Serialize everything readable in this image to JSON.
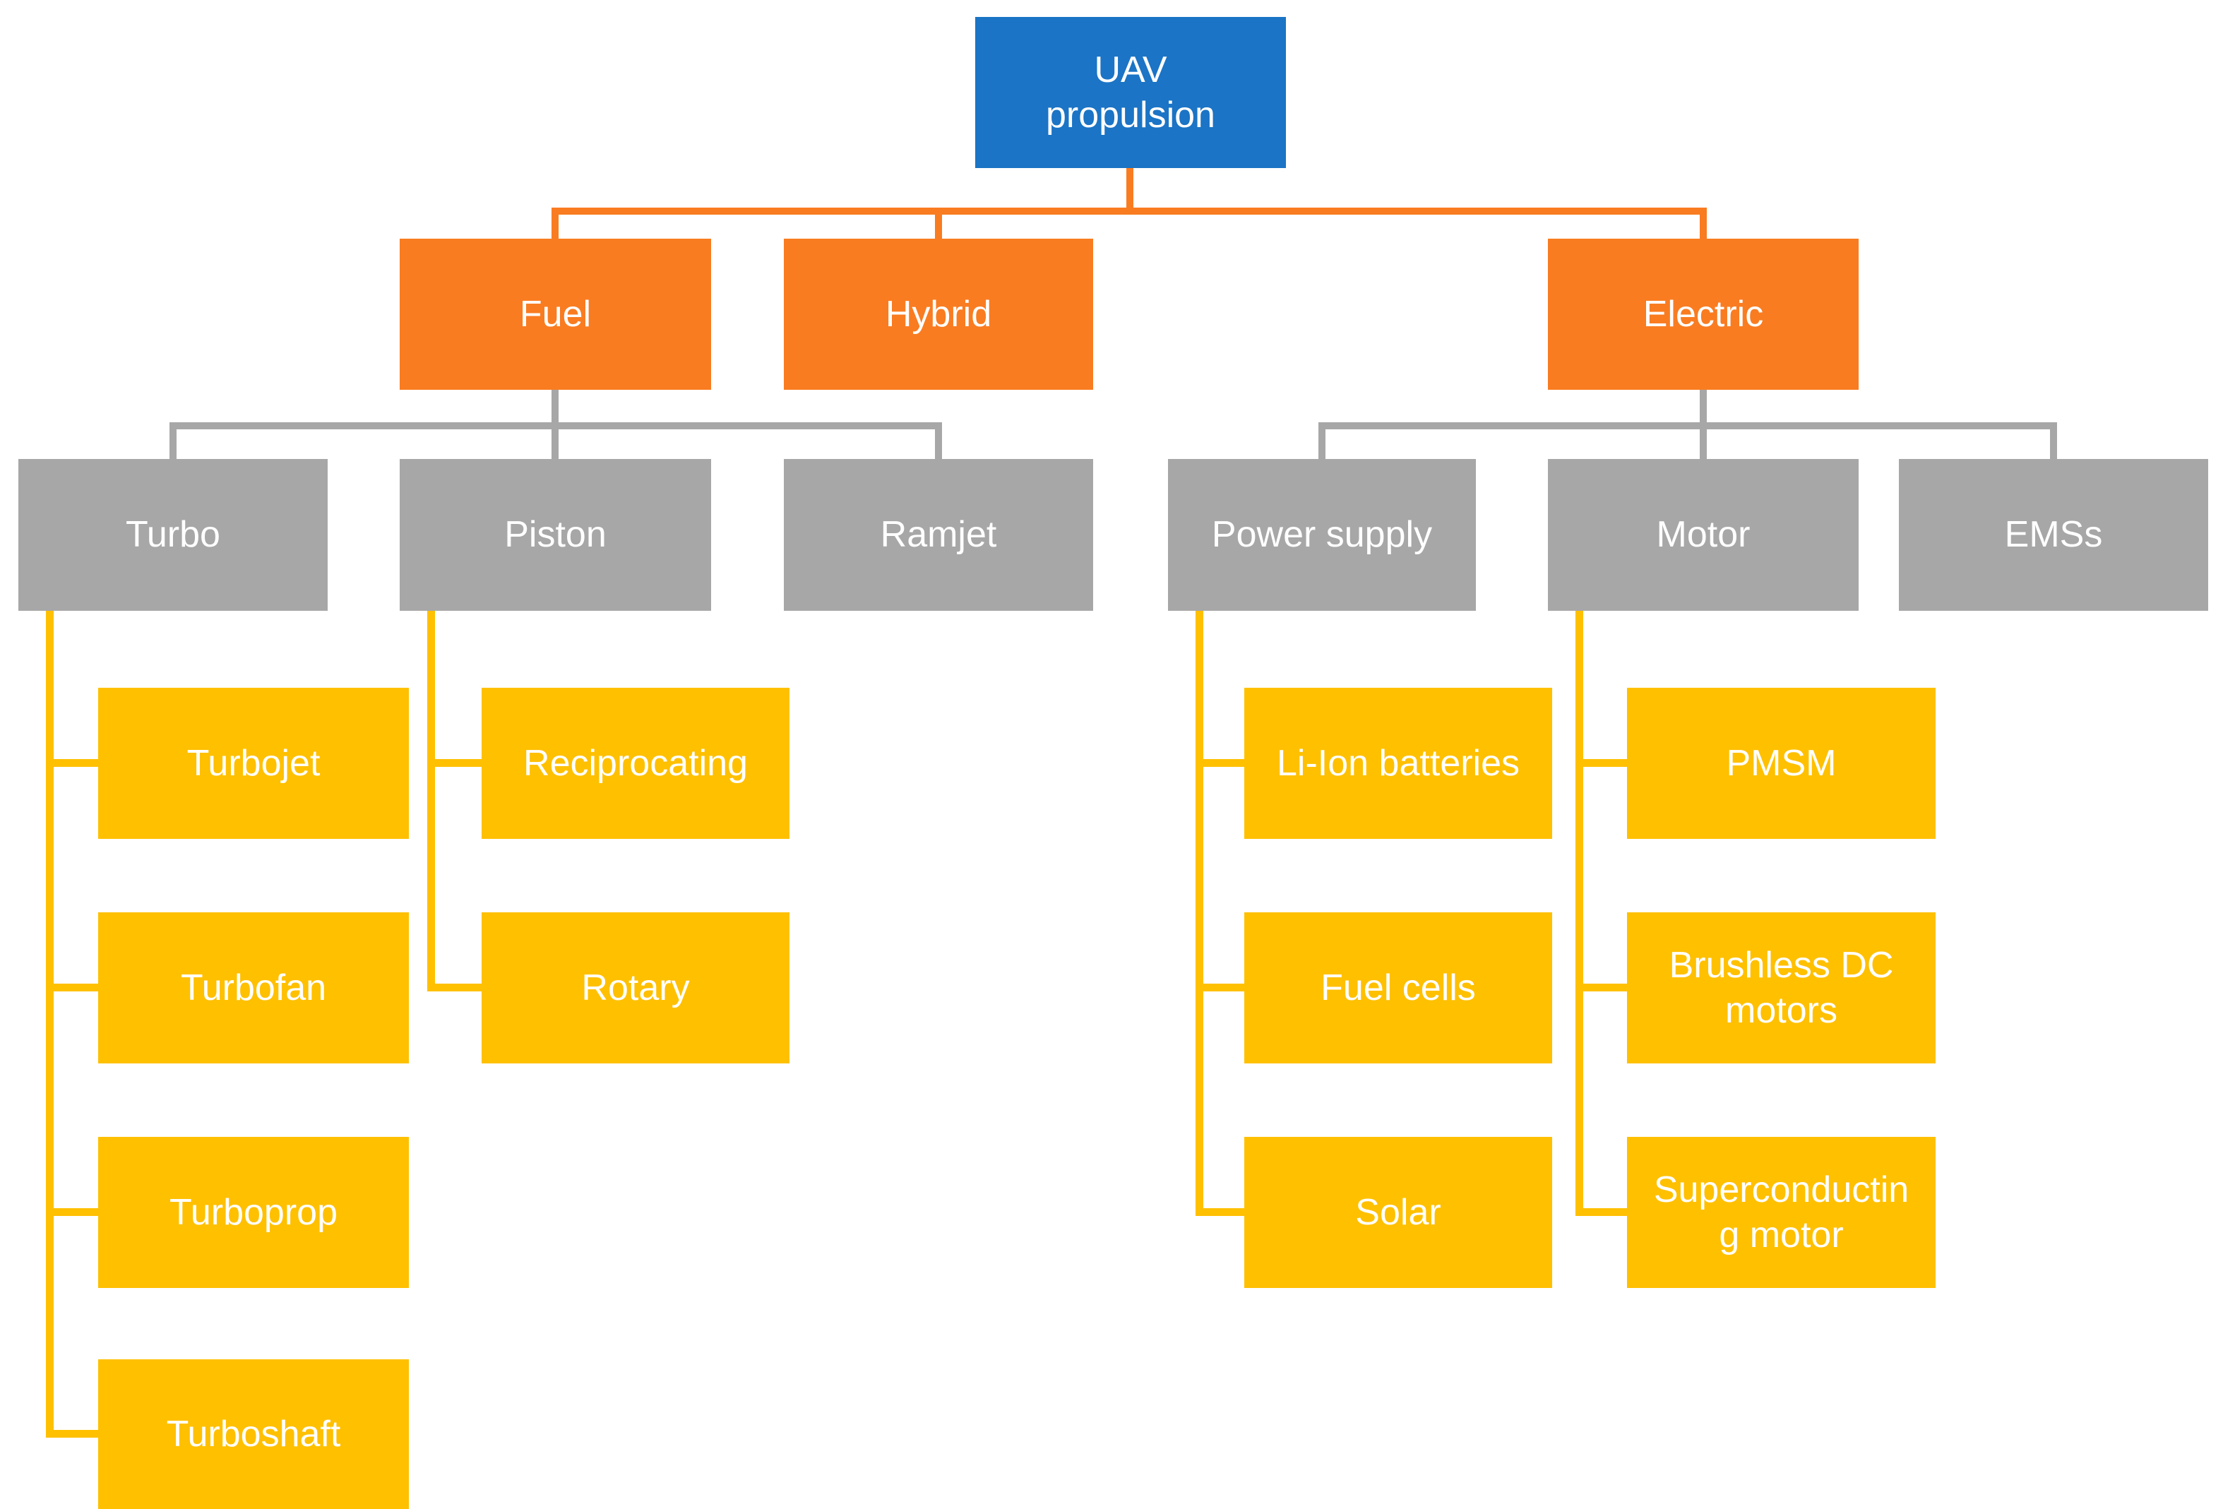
{
  "colors": {
    "background": "#FFFFFF",
    "root-fill": "#1B74C5",
    "category-fill": "#F97C21",
    "subcategory-fill": "#A7A7A7",
    "leaf-fill": "#FFC000",
    "text": "#FFFFFF"
  },
  "tree": {
    "root": {
      "label": "UAV propulsion",
      "children": [
        {
          "label": "Fuel",
          "children": [
            {
              "label": "Turbo",
              "children": [
                {
                  "label": "Turbojet"
                },
                {
                  "label": "Turbofan"
                },
                {
                  "label": "Turboprop"
                },
                {
                  "label": "Turboshaft"
                }
              ]
            },
            {
              "label": "Piston",
              "children": [
                {
                  "label": "Reciprocating"
                },
                {
                  "label": "Rotary"
                }
              ]
            },
            {
              "label": "Ramjet",
              "children": []
            }
          ]
        },
        {
          "label": "Hybrid",
          "children": []
        },
        {
          "label": "Electric",
          "children": [
            {
              "label": "Power supply",
              "children": [
                {
                  "label": "Li-Ion batteries"
                },
                {
                  "label": "Fuel cells"
                },
                {
                  "label": "Solar"
                }
              ]
            },
            {
              "label": "Motor",
              "children": [
                {
                  "label": "PMSM"
                },
                {
                  "label": "Brushless DC motors"
                },
                {
                  "label": "Superconducting motor"
                }
              ]
            },
            {
              "label": "EMSs",
              "children": []
            }
          ]
        }
      ]
    }
  }
}
